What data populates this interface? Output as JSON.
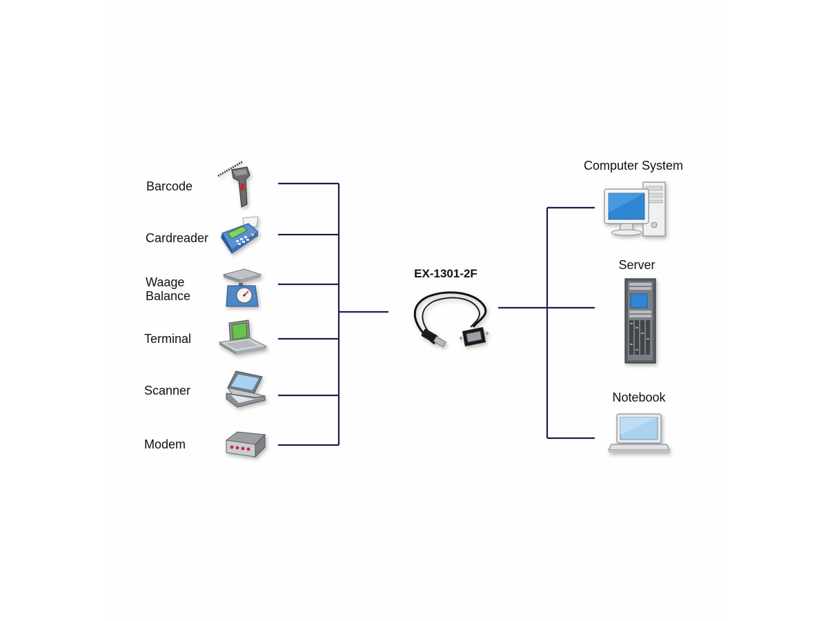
{
  "diagram": {
    "center_label": "EX-1301-2F",
    "line_color": "#1b1d4a",
    "left_devices": [
      {
        "label": "Barcode",
        "icon": "barcode-scanner-icon"
      },
      {
        "label": "Cardreader",
        "icon": "card-reader-icon"
      },
      {
        "label": "Waage\nBalance",
        "icon": "scale-icon"
      },
      {
        "label": "Terminal",
        "icon": "terminal-icon"
      },
      {
        "label": "Scanner",
        "icon": "flatbed-scanner-icon"
      },
      {
        "label": "Modem",
        "icon": "modem-icon"
      }
    ],
    "right_devices": [
      {
        "label": "Computer System",
        "icon": "desktop-computer-icon"
      },
      {
        "label": "Server",
        "icon": "server-rack-icon"
      },
      {
        "label": "Notebook",
        "icon": "notebook-icon"
      }
    ],
    "cable_icon": "usb-serial-cable-icon"
  }
}
